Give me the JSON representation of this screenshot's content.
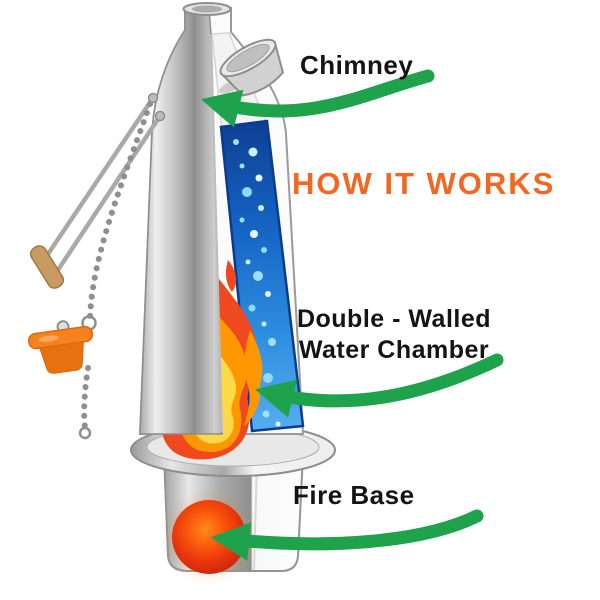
{
  "title": "HOW IT WORKS",
  "annotations": {
    "chimney": {
      "label": "Chimney"
    },
    "water_chamber": {
      "line1": "Double - Walled",
      "line2": "Water Chamber"
    },
    "fire_base": {
      "label": "Fire Base"
    }
  },
  "colors": {
    "arrow_green": "#1EA24C",
    "title_orange": "#F26722",
    "label_text": "#141414",
    "water_blue": "#1565C4",
    "flame_red": "#F1491F",
    "flame_orange": "#FF9800",
    "flame_yellow": "#FFD949",
    "ember_red": "#E7330C",
    "stopper_orange": "#F5821F",
    "metal_silver": "#C0C0C0"
  },
  "illustration": {
    "subject": "camping kettle cutaway diagram",
    "parts": [
      {
        "name": "chimney",
        "label": "Chimney"
      },
      {
        "name": "water-chamber",
        "label": "Double - Walled Water Chamber"
      },
      {
        "name": "fire-base",
        "label": "Fire Base"
      }
    ]
  }
}
